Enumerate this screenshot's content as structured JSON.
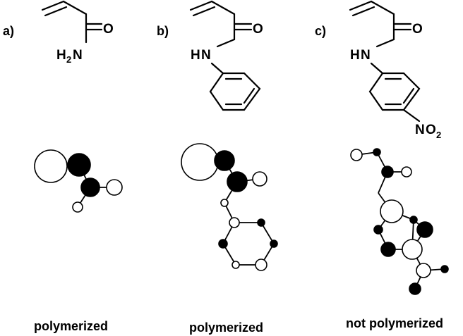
{
  "panels": [
    {
      "letter": "a)",
      "formula": {
        "O": "O",
        "N": "N",
        "H": "H",
        "sub": "2"
      },
      "caption": "polymerized"
    },
    {
      "letter": "b)",
      "formula": {
        "O": "O",
        "N": "N",
        "H": "H"
      },
      "caption": "polymerized"
    },
    {
      "letter": "c)",
      "formula": {
        "O": "O",
        "N": "N",
        "H": "H",
        "nitro": {
          "N": "N",
          "O": "O",
          "sub": "2"
        }
      },
      "caption": "not polymerized"
    }
  ],
  "colors": {
    "ink": "#000000",
    "background": "#ffffff"
  }
}
